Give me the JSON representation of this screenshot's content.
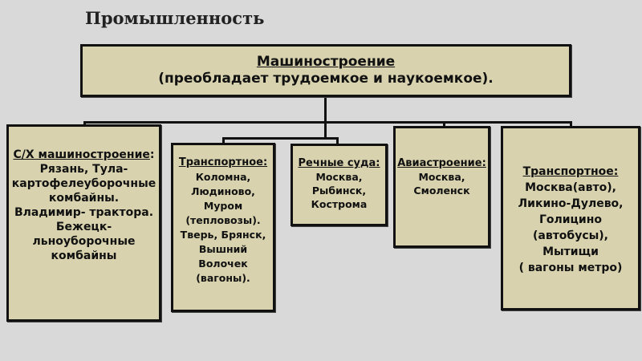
{
  "title": "Промышленность",
  "root": {
    "line1": "Машиностроение",
    "line2": "(преобладает трудоемкое и наукоемкое)."
  },
  "boxes": [
    {
      "heading": "С/Х машиностроение",
      "suffix": ":",
      "lines": [
        "Рязань, Тула-",
        "картофелеуборочные",
        "комбайны.",
        "Владимир- трактора.",
        "Бежецк-",
        "льноуборочные",
        "комбайны"
      ]
    },
    {
      "heading": "Транспортное:",
      "lines": [
        "Коломна,",
        "Людиново,",
        "Муром",
        "(тепловозы).",
        "Тверь, Брянск,",
        "Вышний",
        "Волочек",
        "(вагоны)."
      ]
    },
    {
      "heading": "Речные суда:",
      "lines": [
        "Москва,",
        "Рыбинск,",
        "Кострома"
      ]
    },
    {
      "heading": "Авиастроение:",
      "lines": [
        "Москва,",
        "Смоленск"
      ]
    },
    {
      "heading": "Транспортное:",
      "lines": [
        "Москва(авто),",
        "Ликино-Дулево,",
        "Голицино",
        "(автобусы),",
        "Мытищи",
        "( вагоны метро)"
      ]
    }
  ]
}
